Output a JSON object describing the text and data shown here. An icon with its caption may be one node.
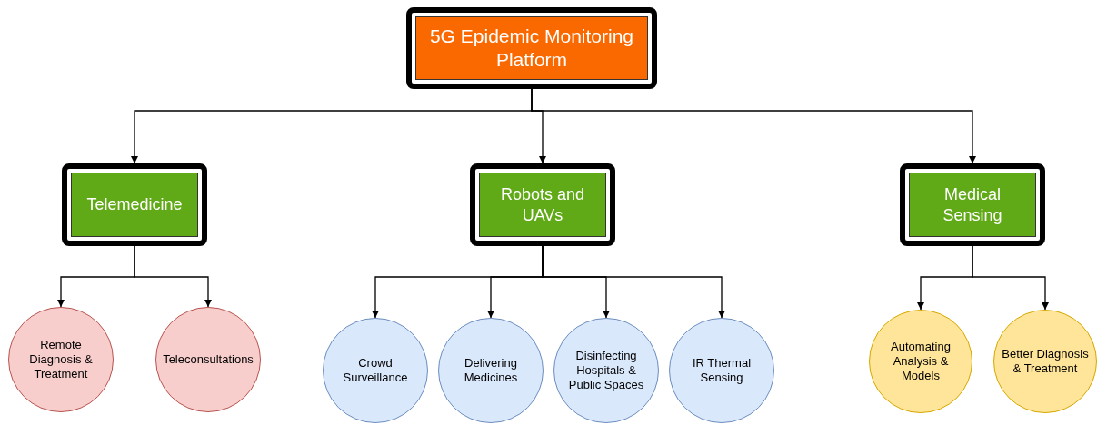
{
  "diagram": {
    "nodes": [
      {
        "text": [
          "5G Epidemic Monitoring Platform"
        ]
      },
      {
        "text": [
          "Telemedicine"
        ]
      },
      {
        "text": [
          "Robots and UAVs"
        ]
      },
      {
        "text": [
          "Medical Sensing"
        ]
      },
      {
        "text": [
          "Remote Diagnosis & Treatment"
        ]
      },
      {
        "text": [
          "Teleconsultations"
        ]
      },
      {
        "text": [
          "Crowd Surveillance"
        ]
      },
      {
        "text": [
          "Delivering Medicines"
        ]
      },
      {
        "text": [
          "Disinfecting Hospitals & Public Spaces"
        ]
      },
      {
        "text": [
          "IR Thermal Sensing"
        ]
      },
      {
        "text": [
          "Automating Analysis & Models"
        ]
      },
      {
        "text": [
          "Better Diagnosis & Treatment"
        ]
      }
    ],
    "edges": [
      {
        "from": 0,
        "to": 1,
        "arrow": "to"
      },
      {
        "from": 0,
        "to": 2,
        "arrow": "to"
      },
      {
        "from": 0,
        "to": 3,
        "arrow": "to"
      },
      {
        "from": 1,
        "to": 4,
        "arrow": "to"
      },
      {
        "from": 1,
        "to": 5,
        "arrow": "to"
      },
      {
        "from": 2,
        "to": 6,
        "arrow": "to"
      },
      {
        "from": 2,
        "to": 7,
        "arrow": "to"
      },
      {
        "from": 2,
        "to": 8,
        "arrow": "to"
      },
      {
        "from": 2,
        "to": 9,
        "arrow": "to"
      },
      {
        "from": 3,
        "to": 10,
        "arrow": "to"
      },
      {
        "from": 3,
        "to": 11,
        "arrow": "to"
      }
    ]
  }
}
